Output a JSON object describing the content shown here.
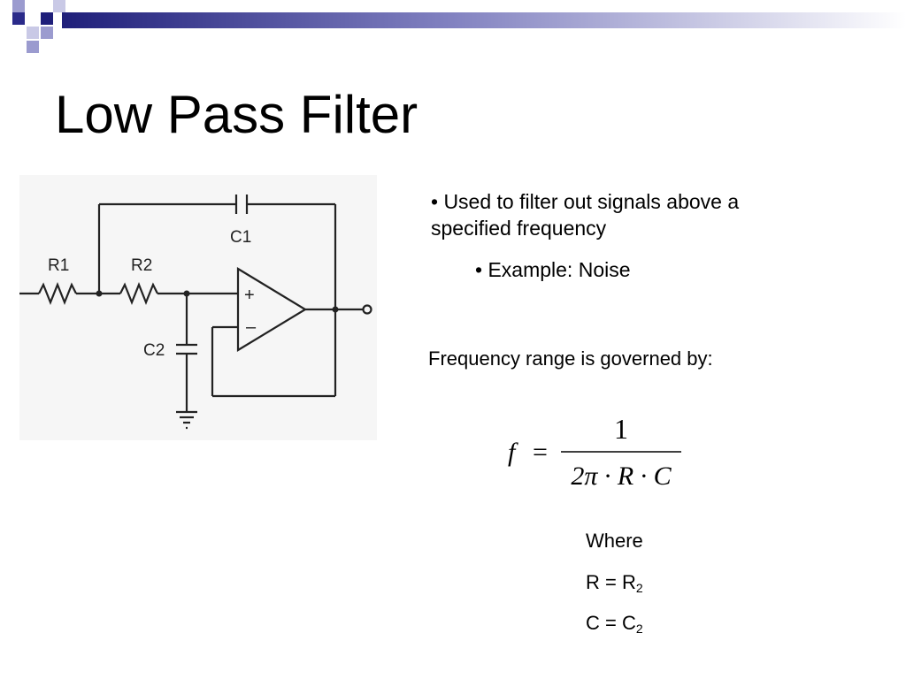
{
  "slide": {
    "title": "Low Pass Filter"
  },
  "circuit": {
    "labels": {
      "r1": "R1",
      "r2": "R2",
      "c1": "C1",
      "c2": "C2",
      "plus": "+",
      "minus": "–"
    }
  },
  "bullets": [
    {
      "text": "• Used to filter out signals above a specified frequency"
    },
    {
      "text": "• Example: Noise"
    }
  ],
  "governed_text": "Frequency range is governed by:",
  "formula": {
    "lhs": "f",
    "equals": "=",
    "numerator": "1",
    "denominator": "2π · R · C"
  },
  "where": {
    "label": "Where",
    "r_line": {
      "base": "R = R",
      "sub": "2"
    },
    "c_line": {
      "base": "C = C",
      "sub": "2"
    }
  },
  "colors": {
    "header_accent": "#1f1f7a",
    "header_light": "#9b9bcf"
  }
}
